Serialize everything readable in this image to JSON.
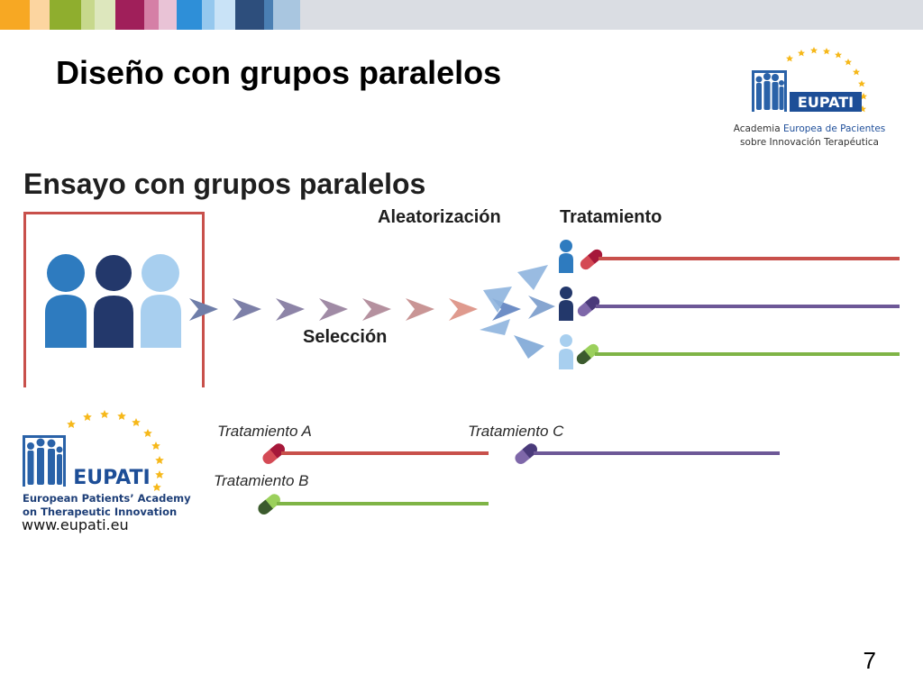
{
  "header": {
    "stripe_colors": [
      "#f7a823",
      "#fcd5a0",
      "#8fae2e",
      "#c7d88c",
      "#dde7bd",
      "#a01f5a",
      "#d57fa6",
      "#e9c3d6",
      "#2e8fd8",
      "#95c8ee",
      "#c9e3f7",
      "#2d4e7c",
      "#4a7fb3",
      "#a9c6e0",
      "#dadde3"
    ]
  },
  "slide": {
    "title": "Diseño con grupos paralelos",
    "page_number": "7"
  },
  "diagram": {
    "title": "Ensayo con grupos paralelos",
    "label_randomization": "Aleatorización",
    "label_treatment": "Tratamiento",
    "label_selection": "Selección",
    "legend": {
      "a": "Tratamiento A",
      "b": "Tratamiento B",
      "c": "Tratamiento C"
    },
    "colors": {
      "box": "#c8504b",
      "treatment_a": "#c8504b",
      "treatment_b": "#7fb446",
      "treatment_c": "#6d5897",
      "person_mid": "#2e7bbf",
      "person_dark": "#23386b",
      "person_light": "#a8cfef"
    }
  },
  "logos": {
    "top": {
      "wordmark": "EUPATI",
      "tagline_1_plain": "Academia ",
      "tagline_1_highlight": "Europea de Pacientes",
      "tagline_2": "sobre Innovación Terapéutica"
    },
    "bottom": {
      "wordmark": "EUPATI",
      "tagline_1": "European Patients’ Academy",
      "tagline_2": "on Therapeutic Innovation",
      "url": "www.eupati.eu"
    }
  }
}
